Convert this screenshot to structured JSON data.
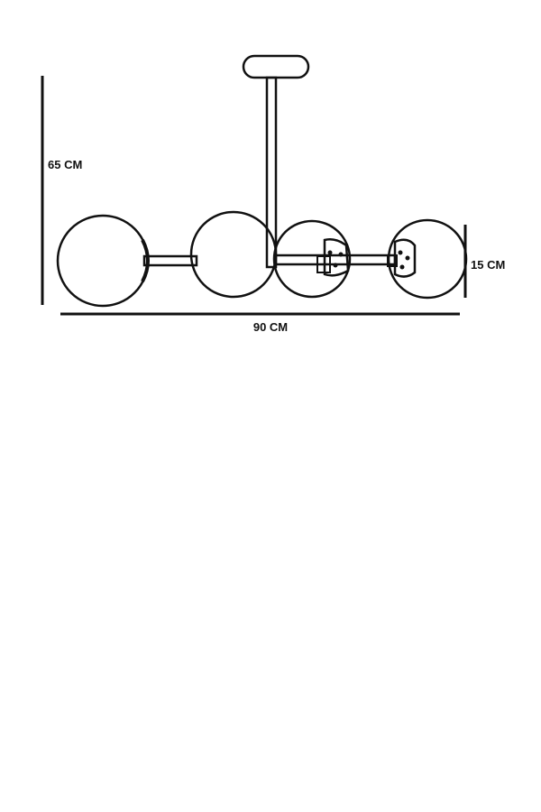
{
  "dimensions": {
    "height_label": "65 CM",
    "width_label": "90 CM",
    "globe_label": "15 CM"
  },
  "colors": {
    "ink": "#111111",
    "background": "#ffffff"
  }
}
